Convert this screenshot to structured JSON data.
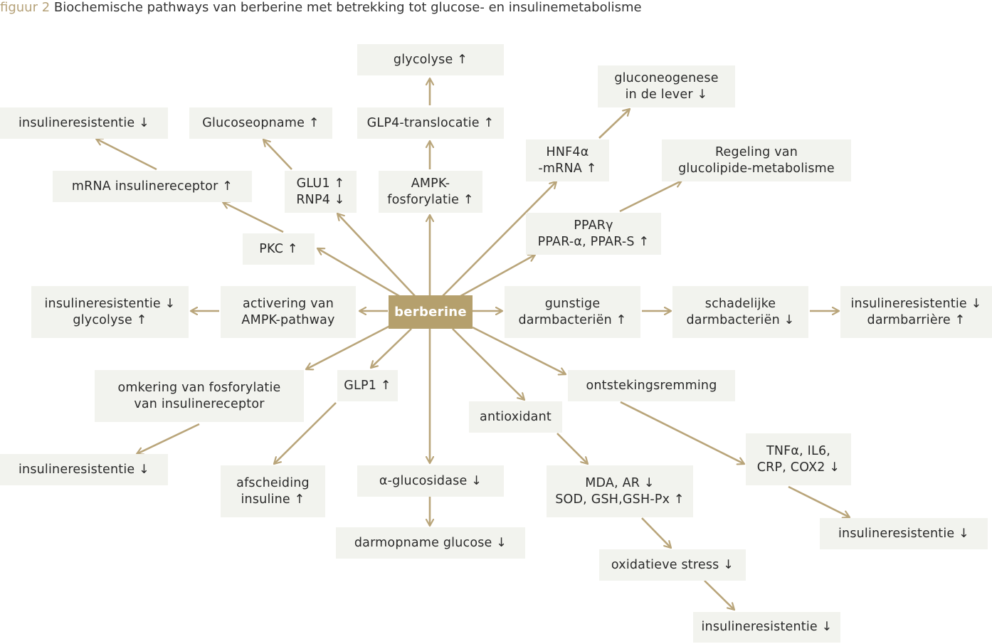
{
  "caption": {
    "prefix": "figuur 2",
    "title": "Biochemische pathways van berberine met betrekking tot glucose- en insulinemetabolisme"
  },
  "colors": {
    "arrow": "#b9a57a",
    "box": "#f2f3ee",
    "center": "#b5a06d",
    "caption_prefix": "#b5a178"
  },
  "nodes": {
    "berberine": {
      "lines": [
        "berberine"
      ]
    },
    "glycolyse": {
      "lines": [
        "glycolyse ↑"
      ]
    },
    "gluconeogenese": {
      "lines": [
        "gluconeogenese",
        "in de lever ↓"
      ]
    },
    "insres_top_left": {
      "lines": [
        "insulineresistentie ↓"
      ]
    },
    "glucoseopname": {
      "lines": [
        "Glucoseopname ↑"
      ]
    },
    "glp4": {
      "lines": [
        "GLP4-translocatie ↑"
      ]
    },
    "hnf4a": {
      "lines": [
        "HNF4α",
        "-mRNA ↑"
      ]
    },
    "regeling": {
      "lines": [
        "Regeling van",
        "glucolipide-metabolisme"
      ]
    },
    "mrna_ins": {
      "lines": [
        "mRNA insulinereceptor ↑"
      ]
    },
    "glu1": {
      "lines": [
        "GLU1 ↑",
        "RNP4 ↓"
      ]
    },
    "ampk_fosf": {
      "lines": [
        "AMPK-",
        "fosforylatie ↑"
      ]
    },
    "ppar": {
      "lines": [
        "PPARγ",
        "PPAR-α, PPAR-S ↑"
      ]
    },
    "pkc": {
      "lines": [
        "PKC ↑"
      ]
    },
    "insres_glyc": {
      "lines": [
        "insulineresistentie ↓",
        "glycolyse ↑"
      ]
    },
    "activering": {
      "lines": [
        "activering van",
        "AMPK-pathway"
      ]
    },
    "gunstige": {
      "lines": [
        "gunstige",
        "darmbacteriën ↑"
      ]
    },
    "schadelijke": {
      "lines": [
        "schadelijke",
        "darmbacteriën ↓"
      ]
    },
    "insres_darm": {
      "lines": [
        "insulineresistentie ↓",
        "darmbarrière ↑"
      ]
    },
    "omkering": {
      "lines": [
        "omkering van fosforylatie",
        "van insulinereceptor"
      ]
    },
    "glp1": {
      "lines": [
        "GLP1 ↑"
      ]
    },
    "ontsteking": {
      "lines": [
        "ontstekingsremming"
      ]
    },
    "antioxidant": {
      "lines": [
        "antioxidant"
      ]
    },
    "tnf": {
      "lines": [
        "TNFα, IL6,",
        "CRP, COX2 ↓"
      ]
    },
    "insres_left_bottom": {
      "lines": [
        "insulineresistentie ↓"
      ]
    },
    "afscheiding": {
      "lines": [
        "afscheiding",
        "insuline ↑"
      ]
    },
    "glucosidase": {
      "lines": [
        "α-glucosidase  ↓"
      ]
    },
    "mda": {
      "lines": [
        "MDA, AR ↓",
        "SOD, GSH,GSH-Px ↑"
      ]
    },
    "insres_right_mid": {
      "lines": [
        "insulineresistentie ↓"
      ]
    },
    "darmopname": {
      "lines": [
        "darmopname glucose ↓"
      ]
    },
    "oxstress": {
      "lines": [
        "oxidatieve stress ↓"
      ]
    },
    "insres_bottom": {
      "lines": [
        "insulineresistentie ↓"
      ]
    }
  }
}
